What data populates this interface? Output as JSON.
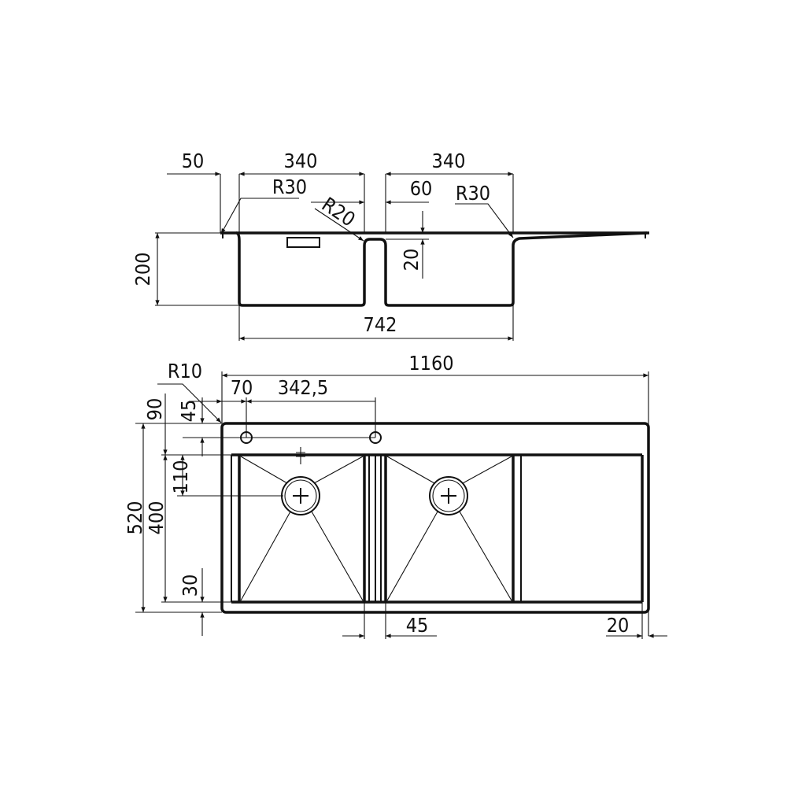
{
  "side_view": {
    "dims": {
      "left_offset": "50",
      "bowl1_width": "340",
      "bowl2_width": "340",
      "radius_left": "R30",
      "radius_center": "R20",
      "divider_width": "60",
      "radius_right": "R30",
      "divider_drop": "20",
      "depth": "200",
      "bowls_total_width": "742"
    }
  },
  "top_view": {
    "dims": {
      "overall_width": "1160",
      "corner_radius": "R10",
      "tap_hole_offset": "70",
      "tap_hole_spacing": "342,5",
      "top_margin_90": "90",
      "tap_hole_row": "45",
      "overall_depth": "520",
      "bowl_depth": "400",
      "drain_offset": "110",
      "bottom_margin": "30",
      "divider_gap": "45",
      "right_margin": "20"
    }
  },
  "colors": {
    "line": "#111111",
    "background": "#ffffff"
  }
}
